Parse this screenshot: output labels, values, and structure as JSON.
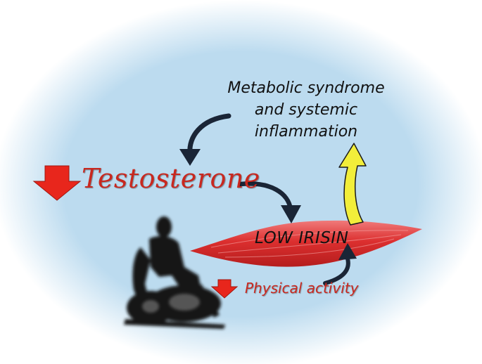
{
  "labels": {
    "metabolic_line1": "Metabolic syndrome",
    "metabolic_line2": "and systemic",
    "metabolic_line3": "inflammation",
    "testosterone": "Testosterone",
    "low_irisin": "LOW IRISIN",
    "physical_activity": "Physical activity"
  },
  "colors": {
    "background_glow": "#b8d8ec",
    "muscle_red": "#d92c2c",
    "down_arrow_red": "#e8261c",
    "curved_arrow": "#1a2536",
    "feedback_arrow": "#f2ee3a",
    "text_red": "#c8281f"
  },
  "icons": {
    "testosterone_indicator": "down-arrow-icon",
    "activity_indicator": "down-arrow-icon",
    "person": "wheelchair-user-silhouette"
  }
}
